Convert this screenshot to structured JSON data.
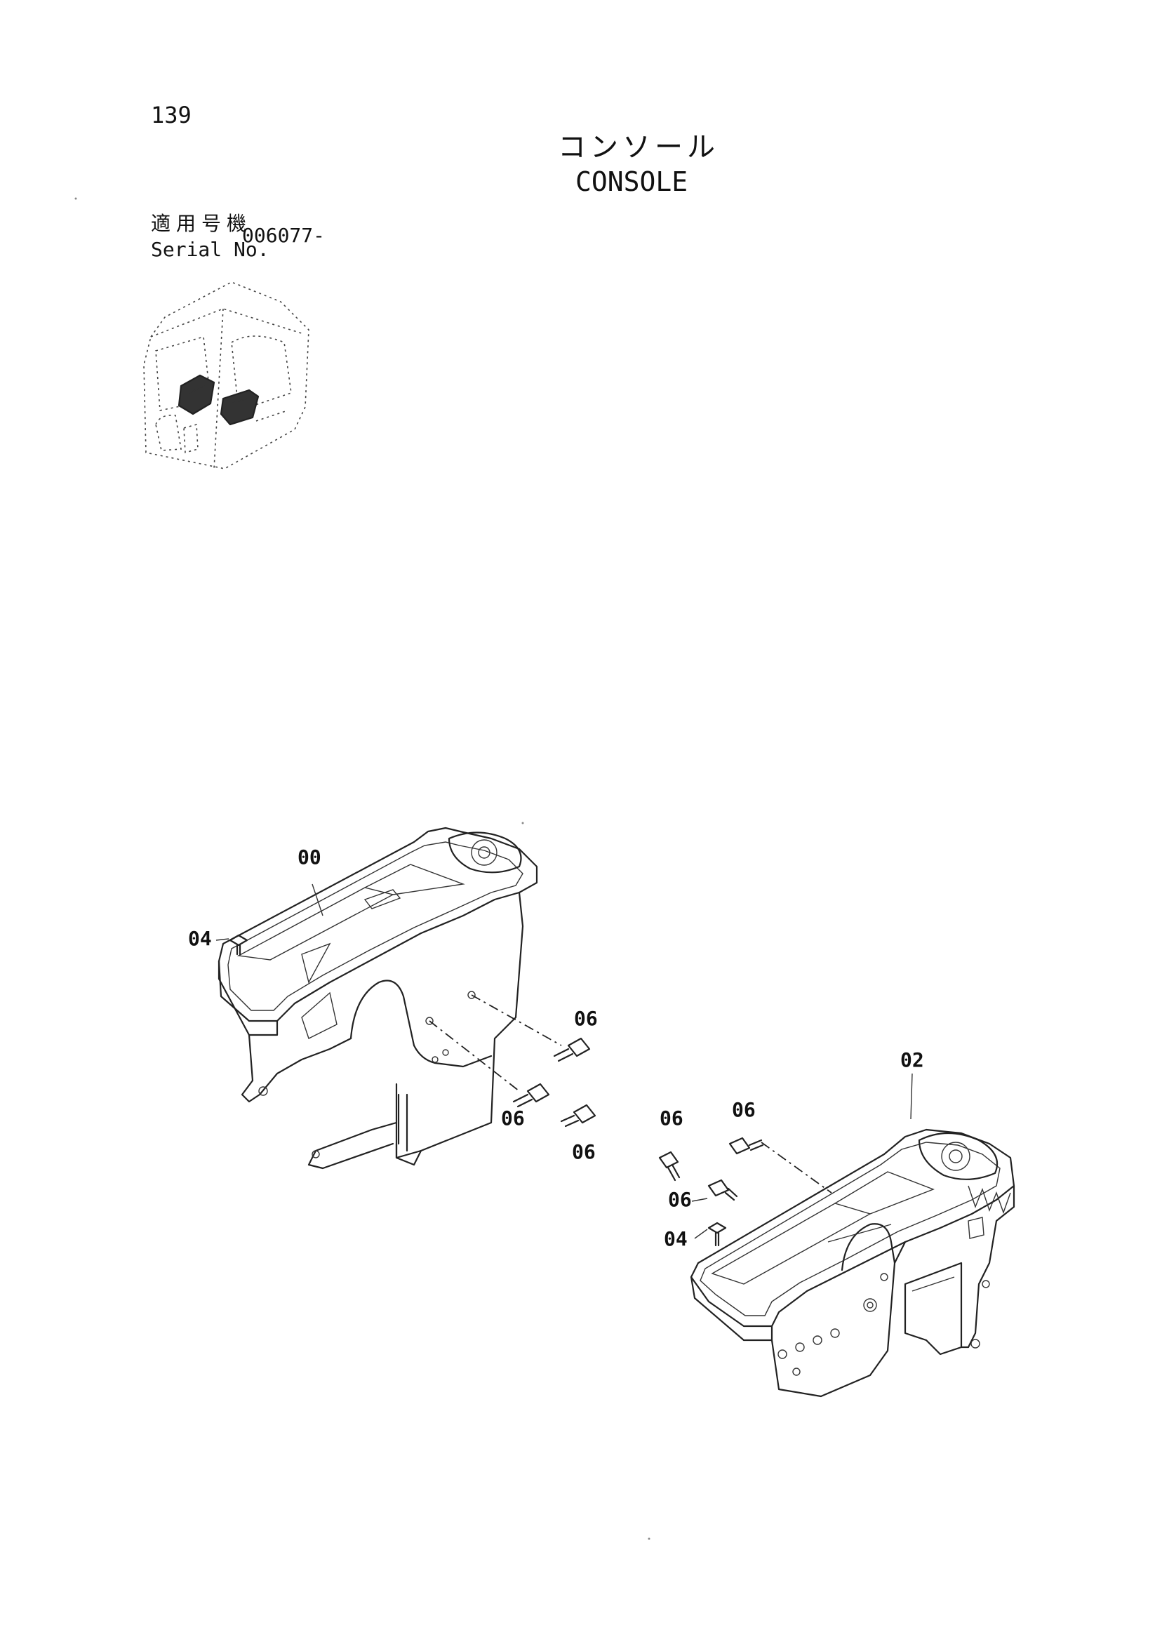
{
  "page": {
    "number": "139",
    "title_jp": "コンソール",
    "title_en": "CONSOLE",
    "serial_label_jp": "適用号機",
    "serial_label_en": "Serial No.",
    "serial_value": "006077-"
  },
  "callouts": {
    "part_00": "00",
    "part_02": "02",
    "part_04_left": "04",
    "part_04_right": "04",
    "part_06_a": "06",
    "part_06_b": "06",
    "part_06_c": "06",
    "part_06_d": "06",
    "part_06_e": "06",
    "part_06_f": "06"
  },
  "icons": {
    "locator": "cab-locator-icon",
    "console_left": "console-left-assembly",
    "console_right": "console-right-assembly",
    "bolt": "bolt-icon",
    "nut": "square-nut-icon"
  },
  "colors": {
    "ink": "#222222",
    "paper": "#ffffff"
  }
}
